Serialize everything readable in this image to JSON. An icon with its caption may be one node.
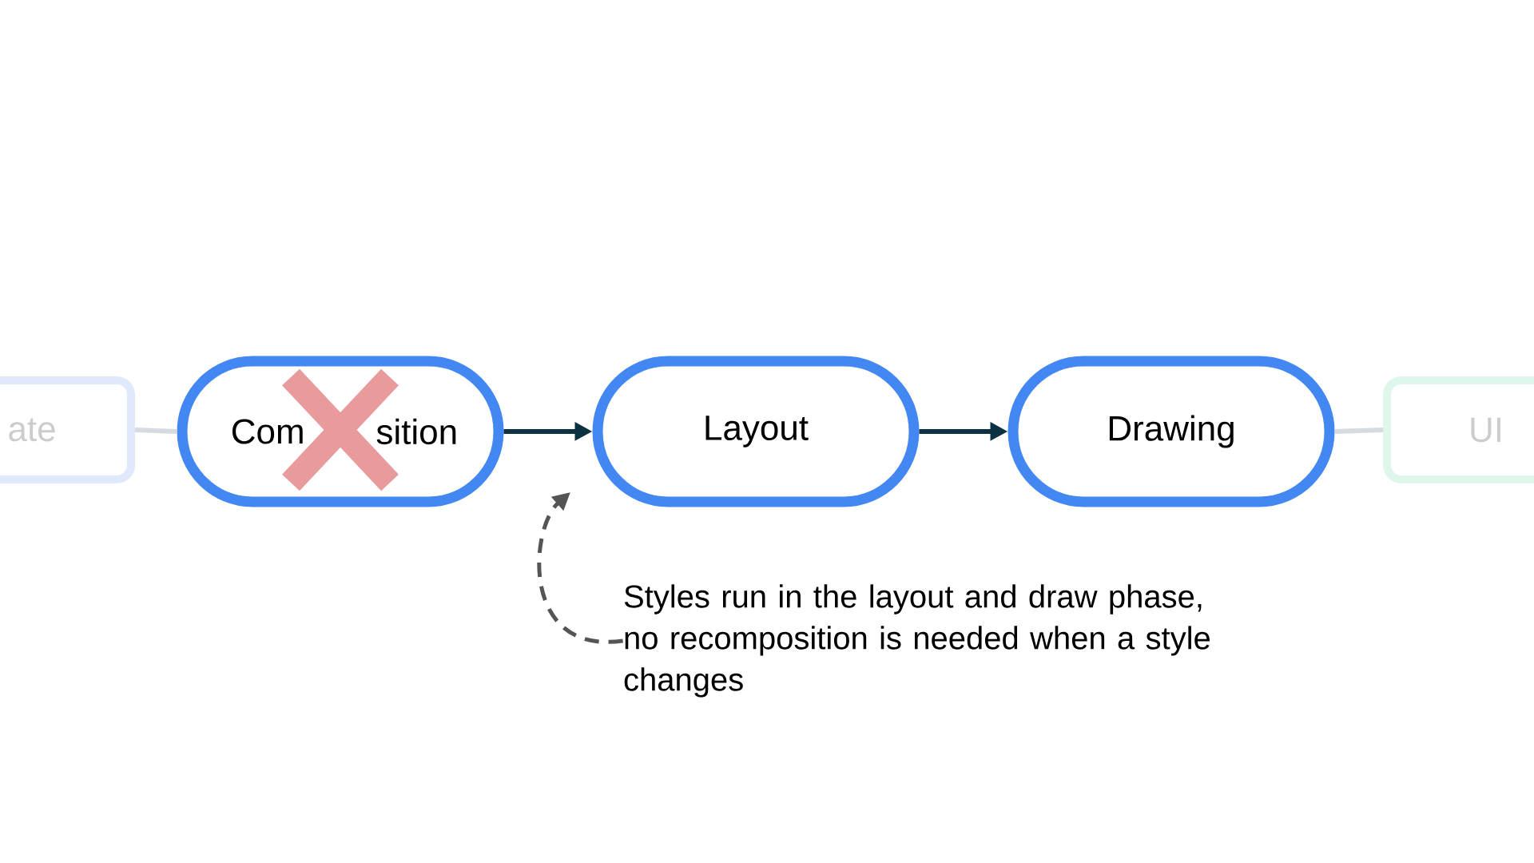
{
  "diagram": {
    "nodes": [
      {
        "text": [
          "ate"
        ]
      },
      {
        "text": [
          "Com",
          "sition"
        ]
      },
      {
        "text": [
          "Layout"
        ]
      },
      {
        "text": [
          "Drawing"
        ]
      },
      {
        "text": [
          "UI"
        ]
      },
      {
        "text": [
          "Styles run in the layout and draw phase, no recomposition is needed when a style changes"
        ]
      }
    ],
    "edges": [
      {
        "from": 0,
        "to": 1,
        "arrow": "none",
        "color": "#d5dbe0"
      },
      {
        "from": 1,
        "to": 2,
        "arrow": "to",
        "color": "#0b3142"
      },
      {
        "from": 2,
        "to": 3,
        "arrow": "to",
        "color": "#0b3142"
      },
      {
        "from": 3,
        "to": 4,
        "arrow": "none",
        "color": "#d5dbe0"
      },
      {
        "from": 5,
        "to": null,
        "arrow": "to",
        "style": "dashed",
        "color": "#555555"
      }
    ]
  }
}
